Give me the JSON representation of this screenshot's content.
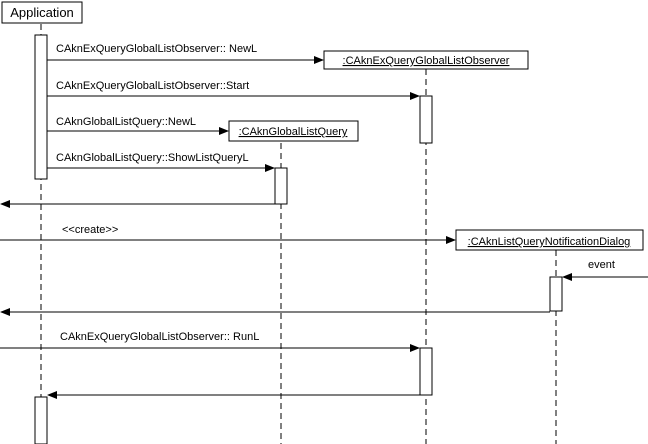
{
  "participants": {
    "application": "Application",
    "observer": ":CAknExQueryGlobalListObserver",
    "list_query": ":CAknGlobalListQuery",
    "dialog": ":CAknListQueryNotificationDialog"
  },
  "messages": {
    "m1": "CAknExQueryGlobalListObserver:: NewL",
    "m2": "CAknExQueryGlobalListObserver::Start",
    "m3": "CAknGlobalListQuery::NewL",
    "m4": "CAknGlobalListQuery::ShowListQueryL",
    "m5": "<<create>>",
    "m6": "event",
    "m7": "CAknExQueryGlobalListObserver:: RunL"
  }
}
